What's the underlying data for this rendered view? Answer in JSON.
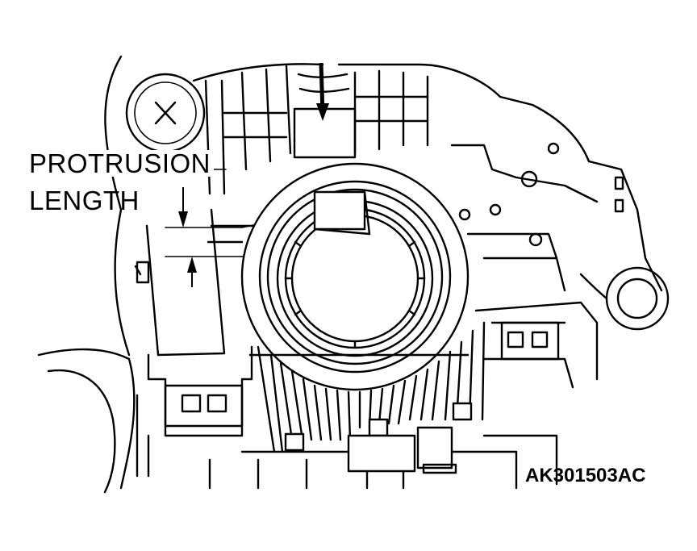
{
  "diagram": {
    "callout": {
      "line1": "PROTRUSION",
      "line2": "LENGTH"
    },
    "figure_code": "AK301503AC",
    "colors": {
      "line": "#000000",
      "background": "#ffffff"
    }
  }
}
